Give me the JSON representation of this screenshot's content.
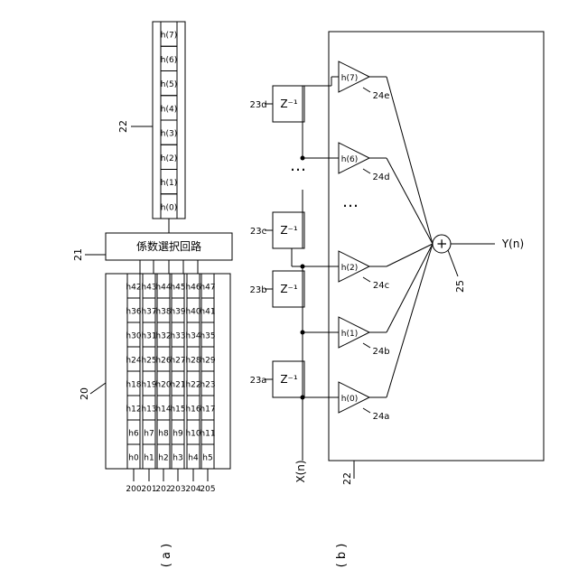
{
  "part_a": {
    "caption": "( a )",
    "memory_label": "20",
    "selector_label": "21",
    "selector_text": "係数選択回路",
    "register_label": "22",
    "register_cells": [
      "h(0)",
      "h(1)",
      "h(2)",
      "h(3)",
      "h(4)",
      "h(5)",
      "h(6)",
      "h(7)"
    ],
    "rows": [
      {
        "label": "200",
        "cells": [
          "h0",
          "h6",
          "h12",
          "h18",
          "h24",
          "h30",
          "h36",
          "h42"
        ]
      },
      {
        "label": "201",
        "cells": [
          "h1",
          "h7",
          "h13",
          "h19",
          "h25",
          "h31",
          "h37",
          "h43"
        ]
      },
      {
        "label": "202",
        "cells": [
          "h2",
          "h8",
          "h14",
          "h20",
          "h26",
          "h32",
          "h38",
          "h44"
        ]
      },
      {
        "label": "203",
        "cells": [
          "h3",
          "h9",
          "h15",
          "h21",
          "h27",
          "h33",
          "h39",
          "h45"
        ]
      },
      {
        "label": "204",
        "cells": [
          "h4",
          "h10",
          "h16",
          "h22",
          "h28",
          "h34",
          "h40",
          "h46"
        ]
      },
      {
        "label": "205",
        "cells": [
          "h5",
          "h11",
          "h17",
          "h23",
          "h29",
          "h35",
          "h41",
          "h47"
        ]
      }
    ]
  },
  "part_b": {
    "caption": "( b )",
    "filter_label": "22",
    "input_label": "X(n)",
    "output_label": "Y(n)",
    "adder_label": "25",
    "adder_symbol": "+",
    "ellipsis": "…",
    "delays": [
      {
        "label": "23a",
        "text": "Z⁻¹"
      },
      {
        "label": "23b",
        "text": "Z⁻¹"
      },
      {
        "label": "23c",
        "text": "Z⁻¹"
      },
      {
        "label": "23d",
        "text": "Z⁻¹"
      }
    ],
    "multipliers": [
      {
        "label": "24a",
        "text": "h(0)"
      },
      {
        "label": "24b",
        "text": "h(1)"
      },
      {
        "label": "24c",
        "text": "h(2)"
      },
      {
        "label": "24d",
        "text": "h(6)"
      },
      {
        "label": "24e",
        "text": "h(7)"
      }
    ]
  }
}
